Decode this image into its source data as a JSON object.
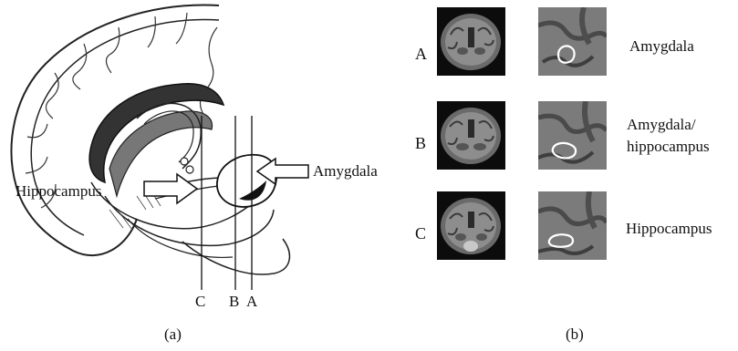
{
  "panel_a": {
    "caption": "(a)",
    "labels": {
      "amygdala": "Amygdala",
      "hippocampus": "Hippocampus"
    },
    "slice_labels": [
      "C",
      "B",
      "A"
    ]
  },
  "panel_b": {
    "caption": "(b)",
    "rows": [
      {
        "letter": "A",
        "region": "Amygdala"
      },
      {
        "letter": "B",
        "region_line1": "Amygdala/",
        "region_line2": "hippocampus"
      },
      {
        "letter": "C",
        "region": "Hippocampus"
      }
    ]
  }
}
